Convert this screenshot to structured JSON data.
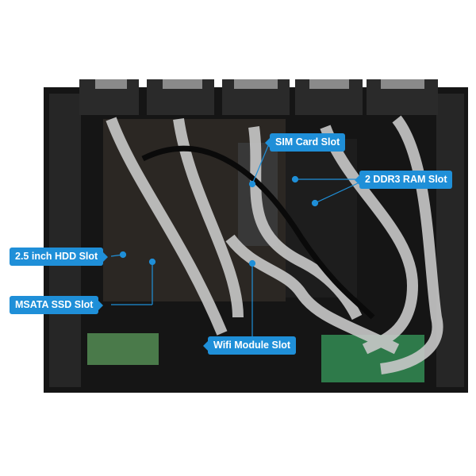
{
  "callouts": {
    "sim": "SIM Card Slot",
    "ram": "2 DDR3 RAM Slot",
    "hdd": "2.5 inch HDD Slot",
    "msata": "MSATA SSD Slot",
    "wifi": "Wifi Module Slot"
  },
  "colors": {
    "callout": "#1f8fd8"
  }
}
